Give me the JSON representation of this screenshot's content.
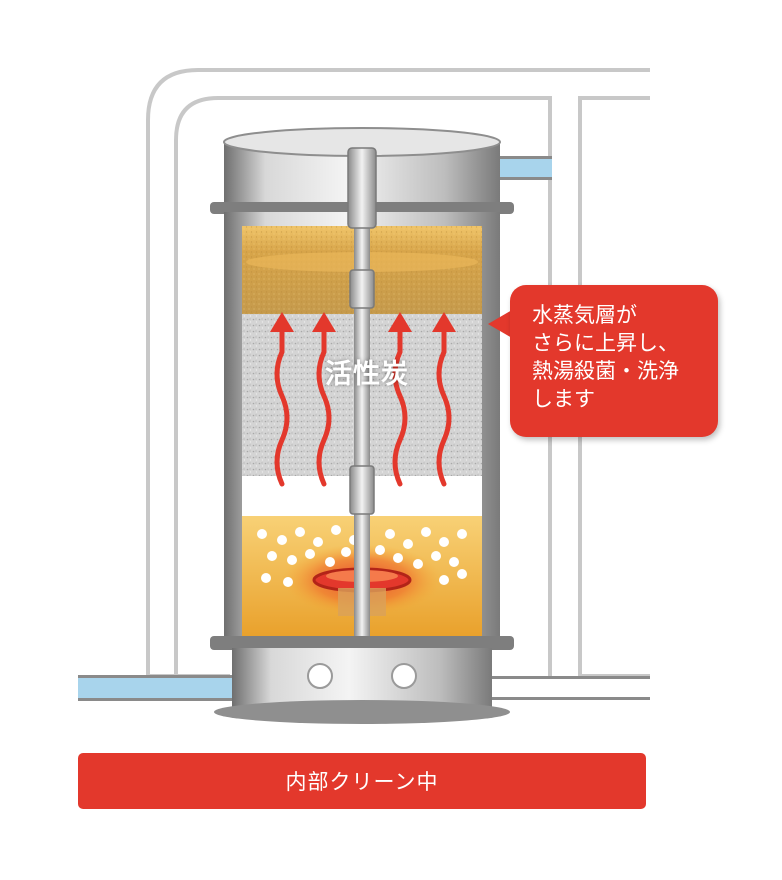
{
  "diagram": {
    "layer_label": "活性炭",
    "callout_lines": [
      "水蒸気層が",
      "さらに上昇し、",
      "熱湯殺菌・洗浄",
      "します"
    ],
    "status_label": "内部クリーン中"
  },
  "colors": {
    "accent_red": "#e3382c",
    "water_pipe": "#a8d4ec",
    "steam_layer": "#cf9a2e",
    "hot_water": "#f2b236"
  }
}
